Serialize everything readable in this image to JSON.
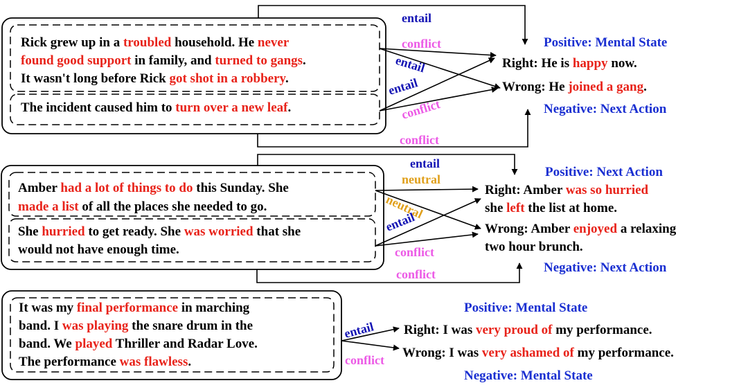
{
  "colors": {
    "text": "#000000",
    "highlight": "#e8231a",
    "label": "#1a2fd1",
    "entail": "#1414b4",
    "conflict": "#ec5ae6",
    "neutral": "#e0a01c"
  },
  "examples": [
    {
      "sentences": [
        [
          [
            {
              "t": "Rick grew up in a "
            },
            {
              "t": "troubled",
              "h": true
            },
            {
              "t": " household. He "
            },
            {
              "t": "never",
              "h": true
            }
          ],
          [
            {
              "t": "found good support",
              "h": true
            },
            {
              "t": " in family, and "
            },
            {
              "t": "turned to gangs",
              "h": true
            },
            {
              "t": "."
            }
          ],
          [
            {
              "t": "It wasn't long before Rick "
            },
            {
              "t": "got shot in a robbery",
              "h": true
            },
            {
              "t": "."
            }
          ]
        ],
        [
          [
            {
              "t": "The incident caused him to "
            },
            {
              "t": "turn over a new leaf",
              "h": true
            },
            {
              "t": "."
            }
          ]
        ]
      ],
      "positive_label": "Positive: Mental State",
      "negative_label": "Negative: Next Action",
      "right": [
        [
          {
            "t": "Right: He is "
          },
          {
            "t": "happy",
            "h": true
          },
          {
            "t": " now."
          }
        ]
      ],
      "wrong": [
        [
          {
            "t": "Wrong: He "
          },
          {
            "t": "joined a gang",
            "h": true
          },
          {
            "t": "."
          }
        ]
      ],
      "relations": [
        "entail",
        "conflict",
        "entail",
        "entail",
        "conflict",
        "conflict"
      ]
    },
    {
      "sentences": [
        [
          [
            {
              "t": "Amber "
            },
            {
              "t": "had a lot of things to do",
              "h": true
            },
            {
              "t": " this Sunday. She"
            }
          ],
          [
            {
              "t": "made a list",
              "h": true
            },
            {
              "t": " of all the places she needed to go."
            }
          ]
        ],
        [
          [
            {
              "t": "She "
            },
            {
              "t": "hurried",
              "h": true
            },
            {
              "t": " to get ready. She "
            },
            {
              "t": "was worried",
              "h": true
            },
            {
              "t": " that she"
            }
          ],
          [
            {
              "t": "would not have enough time."
            }
          ]
        ]
      ],
      "positive_label": "Positive: Next Action",
      "negative_label": "Negative: Next Action",
      "right": [
        [
          {
            "t": "Right:  Amber "
          },
          {
            "t": "was so hurried",
            "h": true
          }
        ],
        [
          {
            "t": "she "
          },
          {
            "t": "left",
            "h": true
          },
          {
            "t": " the list at home."
          }
        ]
      ],
      "wrong": [
        [
          {
            "t": "Wrong: Amber "
          },
          {
            "t": "enjoyed",
            "h": true
          },
          {
            "t": " a relaxing"
          }
        ],
        [
          {
            "t": "two hour brunch."
          }
        ]
      ],
      "relations": [
        "entail",
        "neutral",
        "neutral",
        "entail",
        "conflict",
        "conflict"
      ]
    },
    {
      "sentences": [
        [
          [
            {
              "t": "It was   my "
            },
            {
              "t": "final performance",
              "h": true
            },
            {
              "t": " in marching"
            }
          ],
          [
            {
              "t": "band. I "
            },
            {
              "t": "was playing",
              "h": true
            },
            {
              "t": " the snare drum in the"
            }
          ],
          [
            {
              "t": "band. We "
            },
            {
              "t": "played",
              "h": true
            },
            {
              "t": " Thriller and Radar Love."
            }
          ],
          [
            {
              "t": "The performance "
            },
            {
              "t": "was flawless",
              "h": true
            },
            {
              "t": "."
            }
          ]
        ]
      ],
      "positive_label": "Positive: Mental State",
      "negative_label": "Negative: Mental State",
      "right": [
        [
          {
            "t": "Right: I was "
          },
          {
            "t": "very proud of",
            "h": true
          },
          {
            "t": " my performance."
          }
        ]
      ],
      "wrong": [
        [
          {
            "t": "Wrong: I was "
          },
          {
            "t": "very ashamed of",
            "h": true
          },
          {
            "t": " my performance."
          }
        ]
      ],
      "relations": [
        "entail",
        "conflict"
      ]
    }
  ]
}
